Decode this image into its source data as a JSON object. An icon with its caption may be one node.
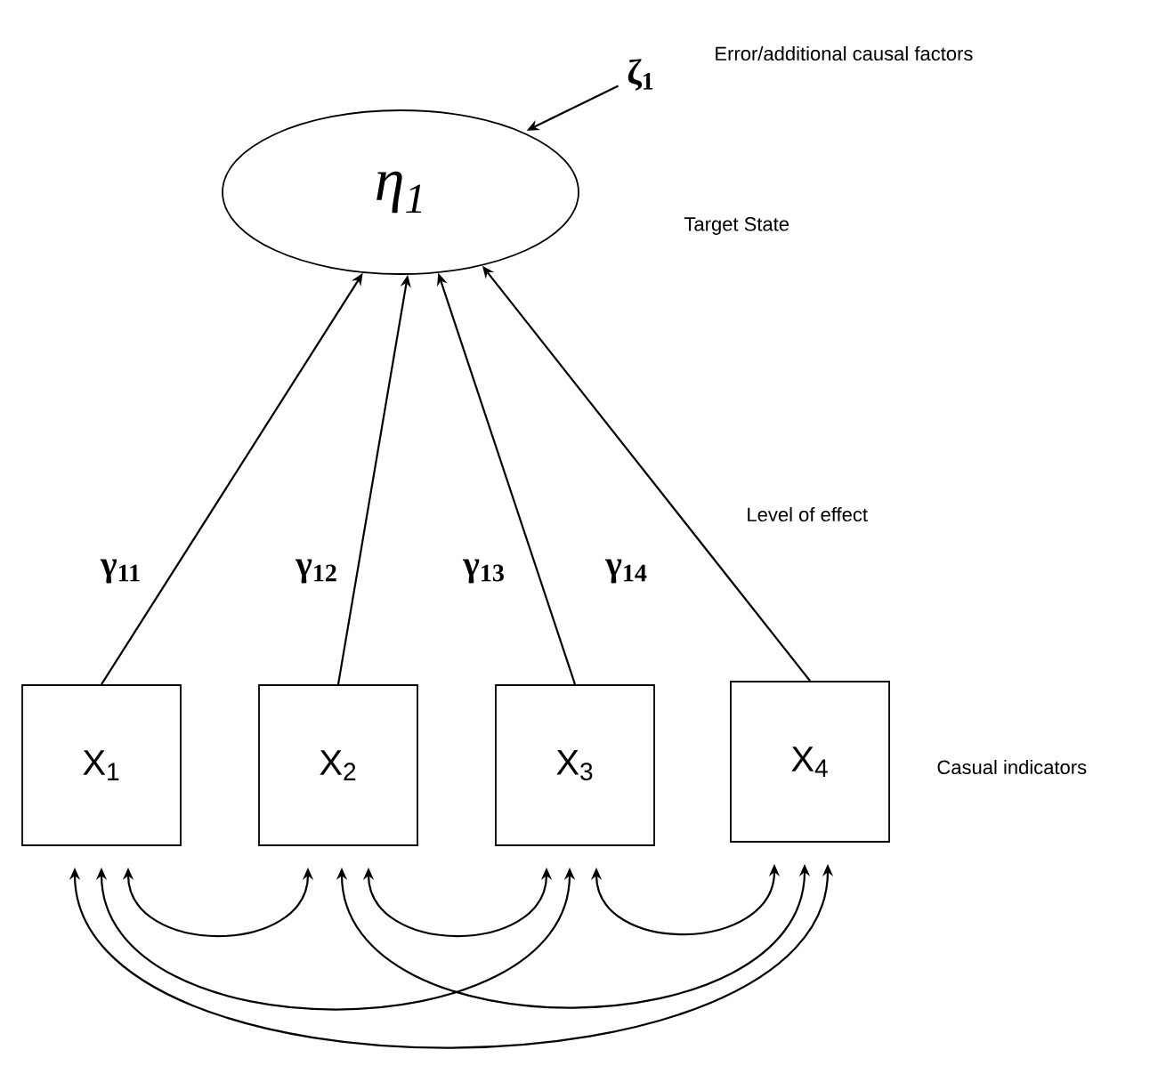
{
  "diagram": {
    "nodes": [
      {
        "text": [
          "η$_{1}$"
        ]
      },
      {
        "text": [
          "X$_{1}$"
        ]
      },
      {
        "text": [
          "X$_{2}$"
        ]
      },
      {
        "text": [
          "X$_{3}$"
        ]
      },
      {
        "text": [
          "X$_{4}$"
        ]
      },
      {
        "text": [
          "ζ$_{1}$"
        ],
        "beside": [
          "Error/additional causal factors"
        ]
      }
    ],
    "edges": [
      {
        "from": 1,
        "to": 0,
        "arrow": "to",
        "label": "γ$_{11}$"
      },
      {
        "from": 2,
        "to": 0,
        "arrow": "to",
        "label": "γ$_{12}$"
      },
      {
        "from": 3,
        "to": 0,
        "arrow": "to",
        "label": "γ$_{13}$"
      },
      {
        "from": 4,
        "to": 0,
        "arrow": "to",
        "label": "γ$_{14}$"
      },
      {
        "from": 5,
        "to": 0,
        "arrow": "to"
      },
      {
        "from": 1,
        "to": 2,
        "arrow": "both"
      },
      {
        "from": 2,
        "to": 3,
        "arrow": "both"
      },
      {
        "from": 3,
        "to": 4,
        "arrow": "both"
      },
      {
        "from": 1,
        "to": 3,
        "arrow": "both"
      },
      {
        "from": 2,
        "to": 4,
        "arrow": "both"
      },
      {
        "from": 1,
        "to": 4,
        "arrow": "both"
      }
    ],
    "labels": [
      "Target State",
      "Level of effect",
      "Casual indicators"
    ]
  }
}
